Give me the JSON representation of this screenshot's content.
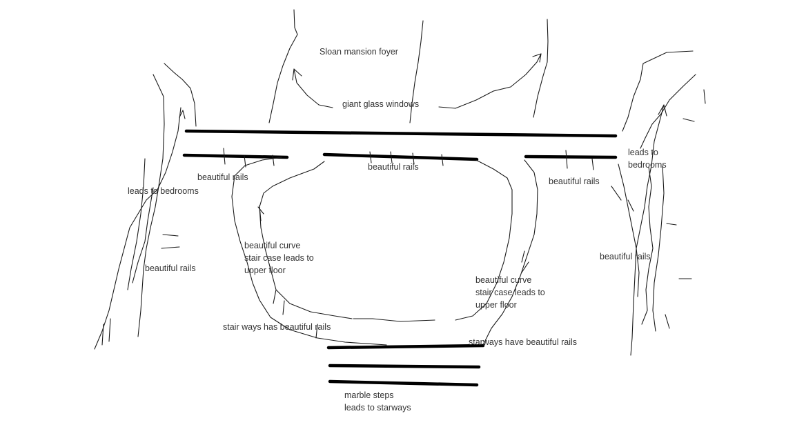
{
  "labels": {
    "title": "Sloan mansion foyer",
    "windows": "giant glass windows",
    "leads_bedrooms_right": "leads to\nbedrooms",
    "rails_left_upper": "beautiful rails",
    "rails_center": "beautiful rails",
    "rails_right_upper": "beautiful rails",
    "leads_bedrooms_left": "leads to bedrooms",
    "rails_left_lower": "beautiful rails",
    "curve_left": "beautiful curve\nstair case leads to\nupper floor",
    "curve_right": "beautiful curve\nstair case leads to\nupper floor",
    "rails_right_lower": "beautiful rails",
    "stairways_left": "stair ways has beautiful rails",
    "stairways_right": "starways have beautiful rails",
    "marble_steps": "marble steps\nleads to starways"
  },
  "colors": {
    "ink": "#000000",
    "text": "#333333",
    "background": "#ffffff"
  }
}
